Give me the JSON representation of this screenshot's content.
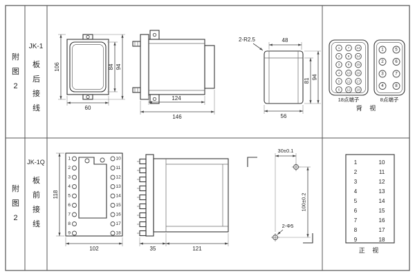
{
  "sheet": {
    "rows": [
      {
        "fig": "附图2",
        "model": "JK-1",
        "wiring": "板后接线",
        "front": {
          "height": "106",
          "cover_height": "84",
          "tab_height": "94",
          "width": "60"
        },
        "side": {
          "body_depth": "124",
          "overall_depth": "146"
        },
        "rear": {
          "corner_note": "2-R2.5",
          "top_width": "48",
          "inner_height": "81",
          "outer_height": "94",
          "bottom_width": "56"
        },
        "terminals18": {
          "label": "18点端子",
          "numbers": [
            1,
            2,
            3,
            4,
            5,
            6,
            7,
            8,
            9,
            10,
            11,
            12,
            13,
            14,
            15,
            16,
            17,
            18
          ]
        },
        "terminals8": {
          "label": "8点端子",
          "numbers": [
            1,
            2,
            3,
            4,
            5,
            6,
            7,
            8
          ]
        },
        "view_label": "背 视"
      },
      {
        "fig": "附图2",
        "model": "JK-1Q",
        "wiring": "板前接线",
        "front": {
          "height": "118",
          "width": "102",
          "left_terminals": [
            1,
            2,
            3,
            4,
            5,
            6,
            7,
            8,
            9
          ],
          "right_terminals": [
            10,
            11,
            12,
            13,
            14,
            15,
            16,
            17,
            18
          ]
        },
        "side": {
          "front_depth": "35",
          "body_depth": "121"
        },
        "mounting": {
          "h_spacing": "30±0.1",
          "v_spacing": "100±0.2",
          "hole_note": "2-Φ5"
        },
        "table": {
          "label": "正 视",
          "left": [
            1,
            2,
            3,
            4,
            5,
            6,
            7,
            8,
            9
          ],
          "right": [
            10,
            11,
            12,
            13,
            14,
            15,
            16,
            17,
            18
          ]
        }
      }
    ]
  }
}
